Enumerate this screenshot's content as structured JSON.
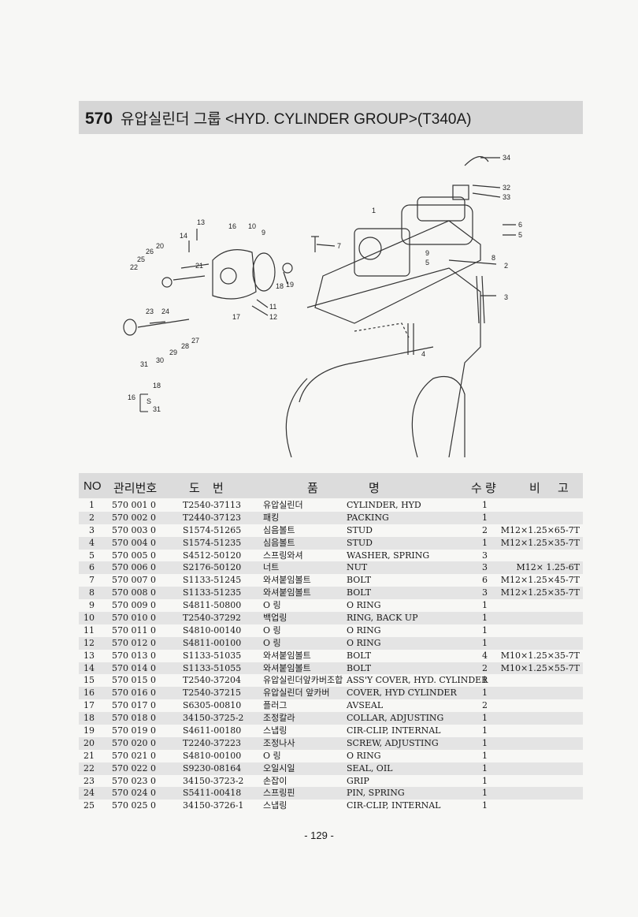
{
  "header": {
    "section_number": "570",
    "title": "유압실린더 그룹 <HYD. CYLINDER GROUP>(T340A)"
  },
  "diagram": {
    "callouts": [
      "34",
      "32",
      "33",
      "6",
      "5",
      "1",
      "7",
      "9",
      "5",
      "8",
      "2",
      "3",
      "4",
      "13",
      "14",
      "16",
      "10",
      "9",
      "20",
      "26",
      "25",
      "22",
      "21",
      "19",
      "18",
      "23",
      "24",
      "17",
      "11",
      "12",
      "27",
      "28",
      "29",
      "30",
      "31",
      "18",
      "16",
      "31"
    ]
  },
  "table": {
    "columns": {
      "no": "NO",
      "code": "관리번호",
      "part_no": "도 번",
      "name": "품 명",
      "qty": "수 량",
      "remark": "비 고"
    },
    "rows": [
      {
        "no": "1",
        "code": "570 001 0",
        "part": "T2540-37113",
        "kr": "유압실린더",
        "en": "CYLINDER, HYD",
        "qty": "1",
        "note": ""
      },
      {
        "no": "2",
        "code": "570 002 0",
        "part": "T2440-37123",
        "kr": "패킹",
        "en": "PACKING",
        "qty": "1",
        "note": ""
      },
      {
        "no": "3",
        "code": "570 003 0",
        "part": "S1574-51265",
        "kr": "심음볼트",
        "en": "STUD",
        "qty": "2",
        "note": "M12×1.25×65-7T"
      },
      {
        "no": "4",
        "code": "570 004 0",
        "part": "S1574-51235",
        "kr": "심음볼트",
        "en": "STUD",
        "qty": "1",
        "note": "M12×1.25×35-7T"
      },
      {
        "no": "5",
        "code": "570 005 0",
        "part": "S4512-50120",
        "kr": "스프링와셔",
        "en": "WASHER, SPRING",
        "qty": "3",
        "note": ""
      },
      {
        "no": "6",
        "code": "570 006 0",
        "part": "S2176-50120",
        "kr": "너트",
        "en": "NUT",
        "qty": "3",
        "note": "M12× 1.25-6T"
      },
      {
        "no": "7",
        "code": "570 007 0",
        "part": "S1133-51245",
        "kr": "와셔붙임볼트",
        "en": "BOLT",
        "qty": "6",
        "note": "M12×1.25×45-7T"
      },
      {
        "no": "8",
        "code": "570 008 0",
        "part": "S1133-51235",
        "kr": "와셔붙임볼트",
        "en": "BOLT",
        "qty": "3",
        "note": "M12×1.25×35-7T"
      },
      {
        "no": "9",
        "code": "570 009 0",
        "part": "S4811-50800",
        "kr": "O 링",
        "en": "O RING",
        "qty": "1",
        "note": ""
      },
      {
        "no": "10",
        "code": "570 010 0",
        "part": "T2540-37292",
        "kr": "백업링",
        "en": "RING, BACK UP",
        "qty": "1",
        "note": ""
      },
      {
        "no": "11",
        "code": "570 011 0",
        "part": "S4810-00140",
        "kr": "O 링",
        "en": "O RING",
        "qty": "1",
        "note": ""
      },
      {
        "no": "12",
        "code": "570 012 0",
        "part": "S4811-00100",
        "kr": "O 링",
        "en": "O RING",
        "qty": "1",
        "note": ""
      },
      {
        "no": "13",
        "code": "570 013 0",
        "part": "S1133-51035",
        "kr": "와셔붙임볼트",
        "en": "BOLT",
        "qty": "4",
        "note": "M10×1.25×35-7T"
      },
      {
        "no": "14",
        "code": "570 014 0",
        "part": "S1133-51055",
        "kr": "와셔붙임볼트",
        "en": "BOLT",
        "qty": "2",
        "note": "M10×1.25×55-7T"
      },
      {
        "no": "15",
        "code": "570 015 0",
        "part": "T2540-37204",
        "kr": "유압실린더앞카버조합",
        "en": "ASS'Y COVER, HYD. CYLINDER",
        "qty": "1",
        "note": ""
      },
      {
        "no": "16",
        "code": "570 016 0",
        "part": "T2540-37215",
        "kr": "유압실린더 앞카버",
        "en": "COVER, HYD CYLINDER",
        "qty": "1",
        "note": ""
      },
      {
        "no": "17",
        "code": "570 017 0",
        "part": "S6305-00810",
        "kr": "플러그",
        "en": "AVSEAL",
        "qty": "2",
        "note": ""
      },
      {
        "no": "18",
        "code": "570 018 0",
        "part": "34150-3725-2",
        "kr": "조정칼라",
        "en": "COLLAR, ADJUSTING",
        "qty": "1",
        "note": ""
      },
      {
        "no": "19",
        "code": "570 019 0",
        "part": "S4611-00180",
        "kr": "스냅링",
        "en": "CIR-CLIP, INTERNAL",
        "qty": "1",
        "note": ""
      },
      {
        "no": "20",
        "code": "570 020 0",
        "part": "T2240-37223",
        "kr": "조정나사",
        "en": "SCREW, ADJUSTING",
        "qty": "1",
        "note": ""
      },
      {
        "no": "21",
        "code": "570 021 0",
        "part": "S4810-00100",
        "kr": "O 링",
        "en": "O RING",
        "qty": "1",
        "note": ""
      },
      {
        "no": "22",
        "code": "570 022 0",
        "part": "S9230-08164",
        "kr": "오일시일",
        "en": "SEAL, OIL",
        "qty": "1",
        "note": ""
      },
      {
        "no": "23",
        "code": "570 023 0",
        "part": "34150-3723-2",
        "kr": "손잡이",
        "en": "GRIP",
        "qty": "1",
        "note": ""
      },
      {
        "no": "24",
        "code": "570 024 0",
        "part": "S5411-00418",
        "kr": "스프링핀",
        "en": "PIN, SPRING",
        "qty": "1",
        "note": ""
      },
      {
        "no": "25",
        "code": "570 025 0",
        "part": "34150-3726-1",
        "kr": "스냅링",
        "en": "CIR-CLIP, INTERNAL",
        "qty": "1",
        "note": ""
      }
    ]
  },
  "footer": {
    "page": "- 129 -"
  }
}
